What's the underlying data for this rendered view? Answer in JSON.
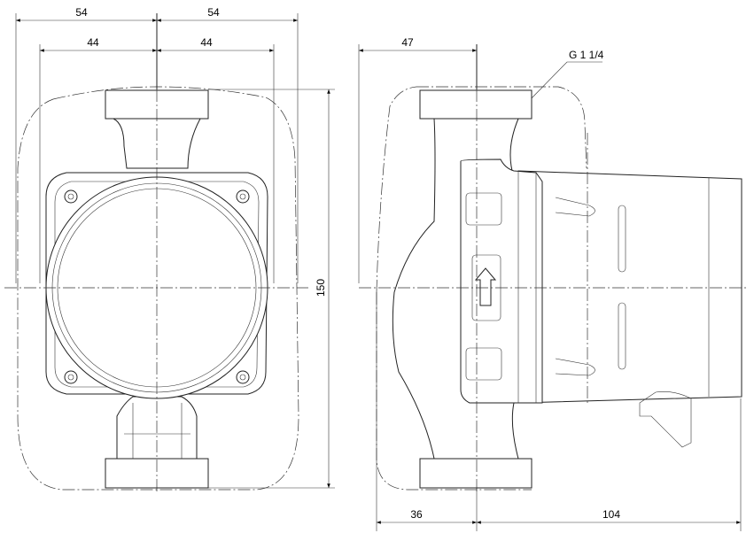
{
  "front_view": {
    "dim_outer_left": "54",
    "dim_outer_right": "54",
    "dim_inner_left": "44",
    "dim_inner_right": "44",
    "dim_height": "150"
  },
  "side_view": {
    "dim_top_left": "47",
    "thread_label": "G 1 1/4",
    "dim_bottom_left": "36",
    "dim_bottom_right": "104"
  },
  "colors": {
    "line": "#222222",
    "background": "#ffffff"
  }
}
